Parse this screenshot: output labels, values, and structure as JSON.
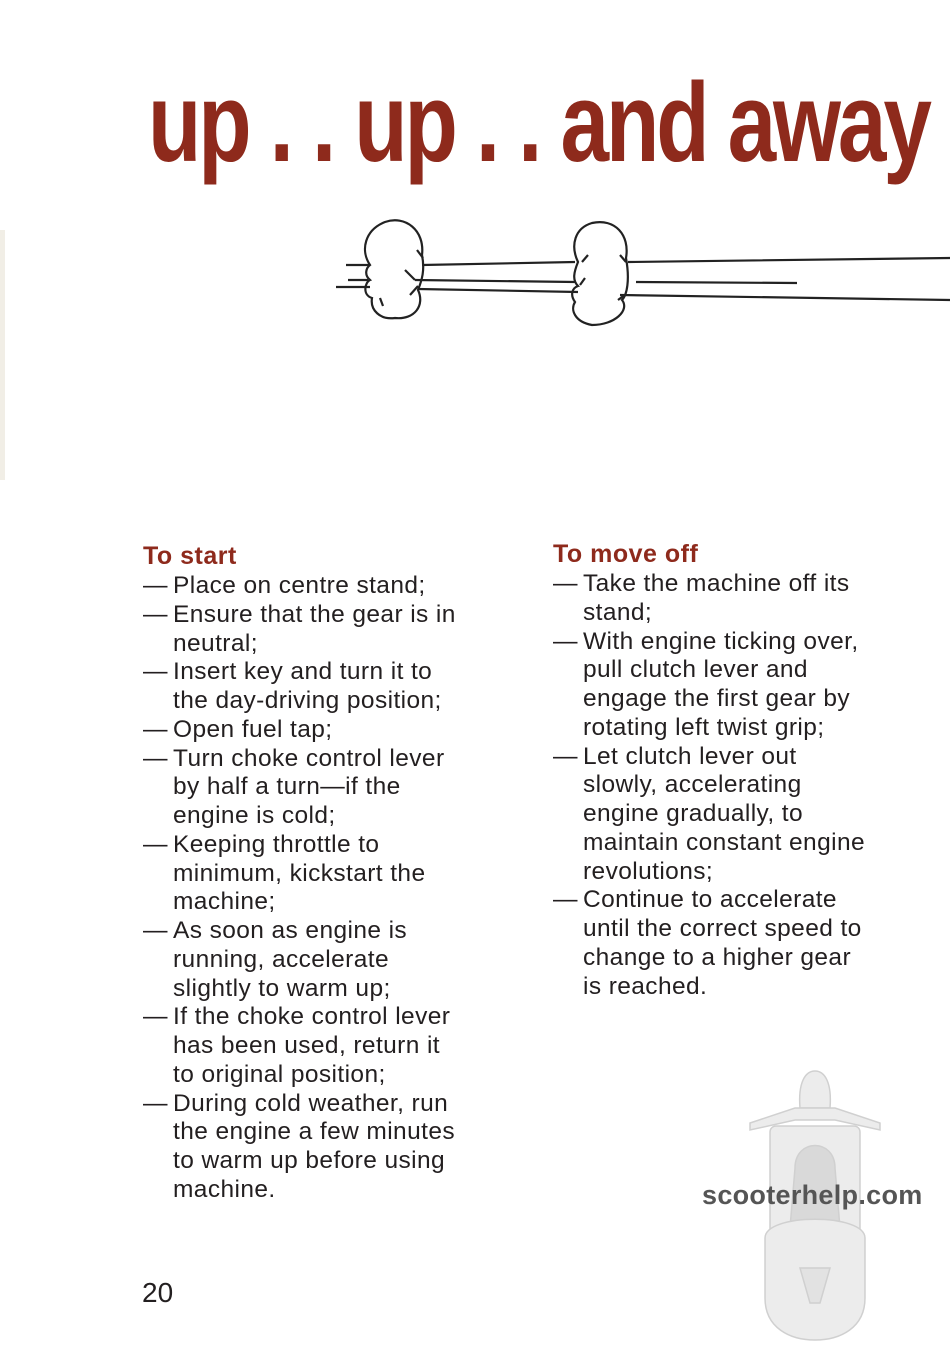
{
  "title": "up . . up . . and away",
  "bullet": "—",
  "left": {
    "heading": "To start",
    "items": [
      [
        "Place on centre stand;"
      ],
      [
        "Ensure that the gear is in",
        "neutral;"
      ],
      [
        "Insert key and turn it to",
        "the day-driving position;"
      ],
      [
        "Open fuel tap;"
      ],
      [
        "Turn choke control lever",
        "by half a turn—if the",
        "engine is cold;"
      ],
      [
        "Keeping throttle to",
        "minimum, kickstart the",
        "machine;"
      ],
      [
        "As soon as engine is",
        "running, accelerate",
        "slightly to warm up;"
      ],
      [
        "If the choke control lever",
        "has been used, return it",
        "to original position;"
      ],
      [
        "During cold weather, run",
        "the engine a few minutes",
        "to warm up before using",
        "machine."
      ]
    ]
  },
  "right": {
    "heading": "To move off",
    "items": [
      [
        "Take the machine off its",
        "stand;"
      ],
      [
        "With engine ticking over,",
        "pull clutch lever and",
        "engage the first gear by",
        "rotating left twist grip;"
      ],
      [
        "Let clutch lever out",
        "slowly, accelerating",
        "engine gradually, to",
        "maintain constant engine",
        "revolutions;"
      ],
      [
        "Continue to accelerate",
        "until the correct speed to",
        "change to a higher gear",
        "is reached."
      ]
    ]
  },
  "page_number": "20",
  "watermark": "scooterhelp.com"
}
